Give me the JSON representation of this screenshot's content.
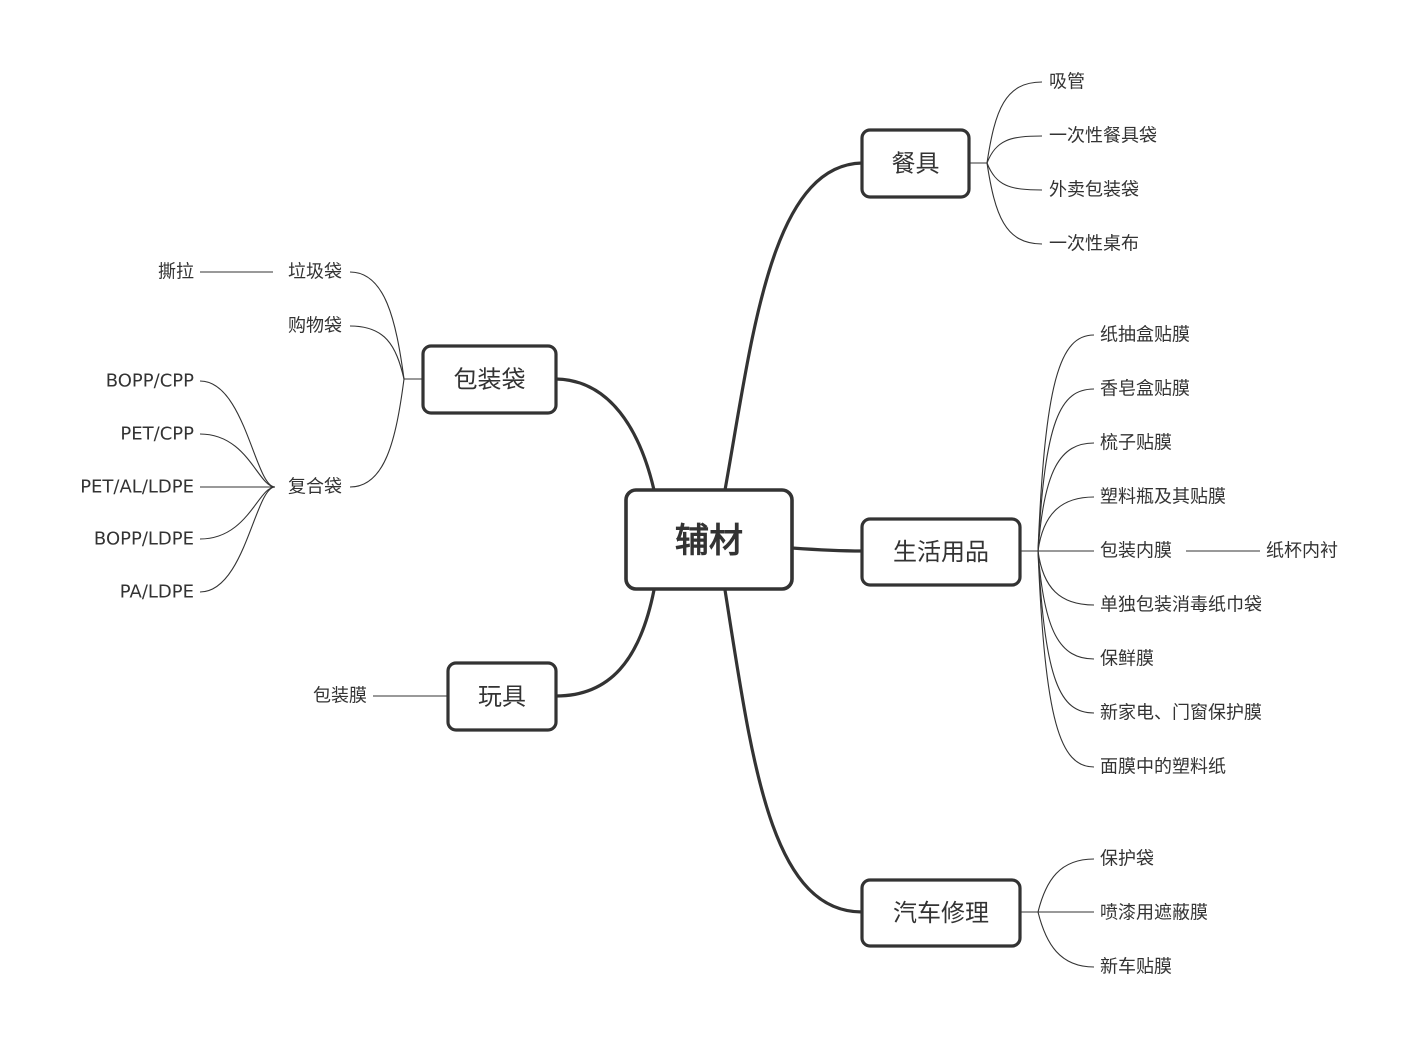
{
  "root": "辅材",
  "branches": {
    "tableware": {
      "label": "餐具",
      "items": [
        "吸管",
        "一次性餐具袋",
        "外卖包装袋",
        "一次性桌布"
      ]
    },
    "packaging_bags": {
      "label": "包装袋",
      "items": {
        "garbage_bag": "垃圾袋",
        "garbage_bag_child": "撕拉",
        "shopping_bag": "购物袋",
        "composite_bag": "复合袋",
        "composite_types": [
          "BOPP/CPP",
          "PET/CPP",
          "PET/AL/LDPE",
          "BOPP/LDPE",
          "PA/LDPE"
        ]
      }
    },
    "daily_goods": {
      "label": "生活用品",
      "items": [
        "纸抽盒贴膜",
        "香皂盒贴膜",
        "梳子贴膜",
        "塑料瓶及其贴膜",
        "包装内膜",
        "单独包装消毒纸巾袋",
        "保鲜膜",
        "新家电、门窗保护膜",
        "面膜中的塑料纸"
      ],
      "inner_film_child": "纸杯内衬"
    },
    "toys": {
      "label": "玩具",
      "items": [
        "包装膜"
      ]
    },
    "auto_repair": {
      "label": "汽车修理",
      "items": [
        "保护袋",
        "喷漆用遮蔽膜",
        "新车贴膜"
      ]
    }
  }
}
